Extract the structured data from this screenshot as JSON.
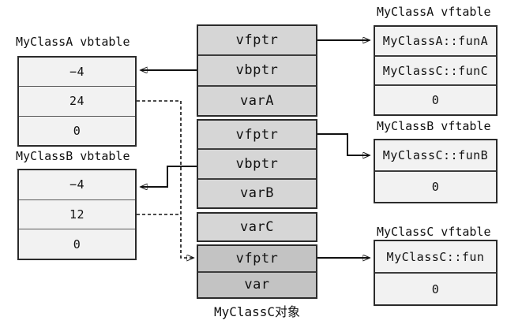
{
  "colors": {
    "cell_light": "#f2f2f2",
    "cell_mid": "#d6d6d6",
    "cell_dark": "#c3c3c3",
    "border": "#2b2b2b",
    "arrow": "#111111"
  },
  "left_column": {
    "vbtable_a": {
      "title": "MyClassA vbtable",
      "rows": [
        "−4",
        "24",
        "0"
      ]
    },
    "vbtable_b": {
      "title": "MyClassB vbtable",
      "rows": [
        "−4",
        "12",
        "0"
      ]
    }
  },
  "center_column": {
    "object_label": "MyClassC对象",
    "group_a": [
      "vfptr",
      "vbptr",
      "varA"
    ],
    "group_b": [
      "vfptr",
      "vbptr",
      "varB"
    ],
    "group_c": [
      "varC"
    ],
    "group_d": [
      "vfptr",
      "var"
    ]
  },
  "right_column": {
    "vftable_a": {
      "title": "MyClassA vftable",
      "rows": [
        "MyClassA::funA",
        "MyClassC::funC",
        "0"
      ]
    },
    "vftable_b": {
      "title": "MyClassB vftable",
      "rows": [
        "MyClassC::funB",
        "0"
      ]
    },
    "vftable_c": {
      "title": "MyClassC vftable",
      "rows": [
        "MyClassC::fun",
        "0"
      ]
    }
  },
  "arrows": {
    "solid": "pointer links from vfptr/vbptr to vftables/vbtables",
    "dashed": "offset links from vbtable entries to shared vfptr"
  }
}
